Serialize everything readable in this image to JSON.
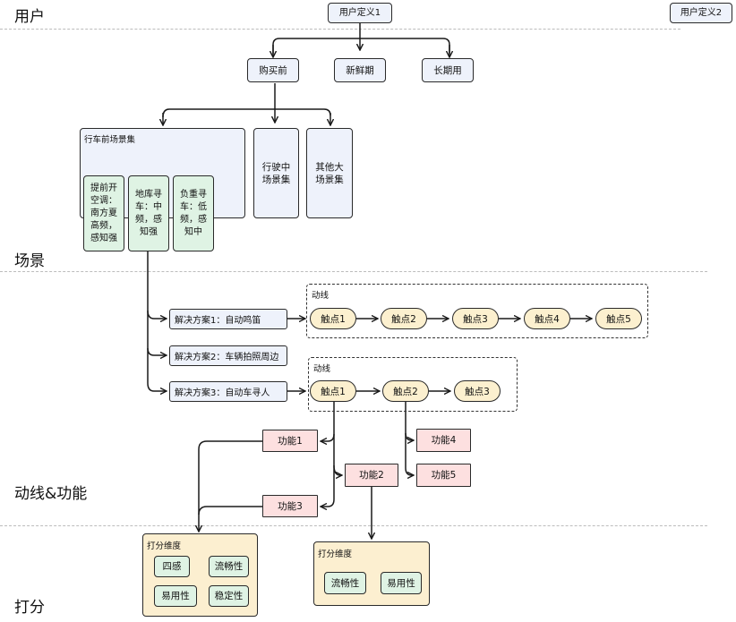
{
  "sections": {
    "user": "用户",
    "scene": "场景",
    "flow_function": "动线&功能",
    "score": "打分"
  },
  "users": {
    "def1": "用户定义1",
    "def2": "用户定义2"
  },
  "stages": {
    "before_purchase": "购买前",
    "fresh_period": "新鲜期",
    "long_term": "长期用"
  },
  "scene_sets": {
    "pre_drive": "行车前场景集",
    "driving": "行驶中场景集",
    "other": "其他大场景集"
  },
  "scenes": {
    "preheat": "提前开空调：南方夏高频，感知强",
    "garage": "地库寻车：中频，感知强",
    "load": "负重寻车：低频，感知中"
  },
  "solutions": {
    "s1": "解决方案1：自动鸣笛",
    "s2": "解决方案2：车辆拍照周边",
    "s3": "解决方案3：自动车寻人"
  },
  "flow_label": "动线",
  "flow1_touchpoints": [
    "触点1",
    "触点2",
    "触点3",
    "触点4",
    "触点5"
  ],
  "flow2_touchpoints": [
    "触点1",
    "触点2",
    "触点3"
  ],
  "functions": {
    "f1": "功能1",
    "f2": "功能2",
    "f3": "功能3",
    "f4": "功能4",
    "f5": "功能5"
  },
  "score_dimensions": {
    "title": "打分维度",
    "panel1": [
      "四感",
      "流畅性",
      "易用性",
      "稳定性"
    ],
    "panel2": [
      "流畅性",
      "易用性"
    ]
  },
  "colors": {
    "blue_box": "#eef2fb",
    "green_box": "#dff3e4",
    "pink_box": "#fde0e0",
    "cream_box": "#fcf0cf",
    "score_panel": "#fcefd0"
  }
}
